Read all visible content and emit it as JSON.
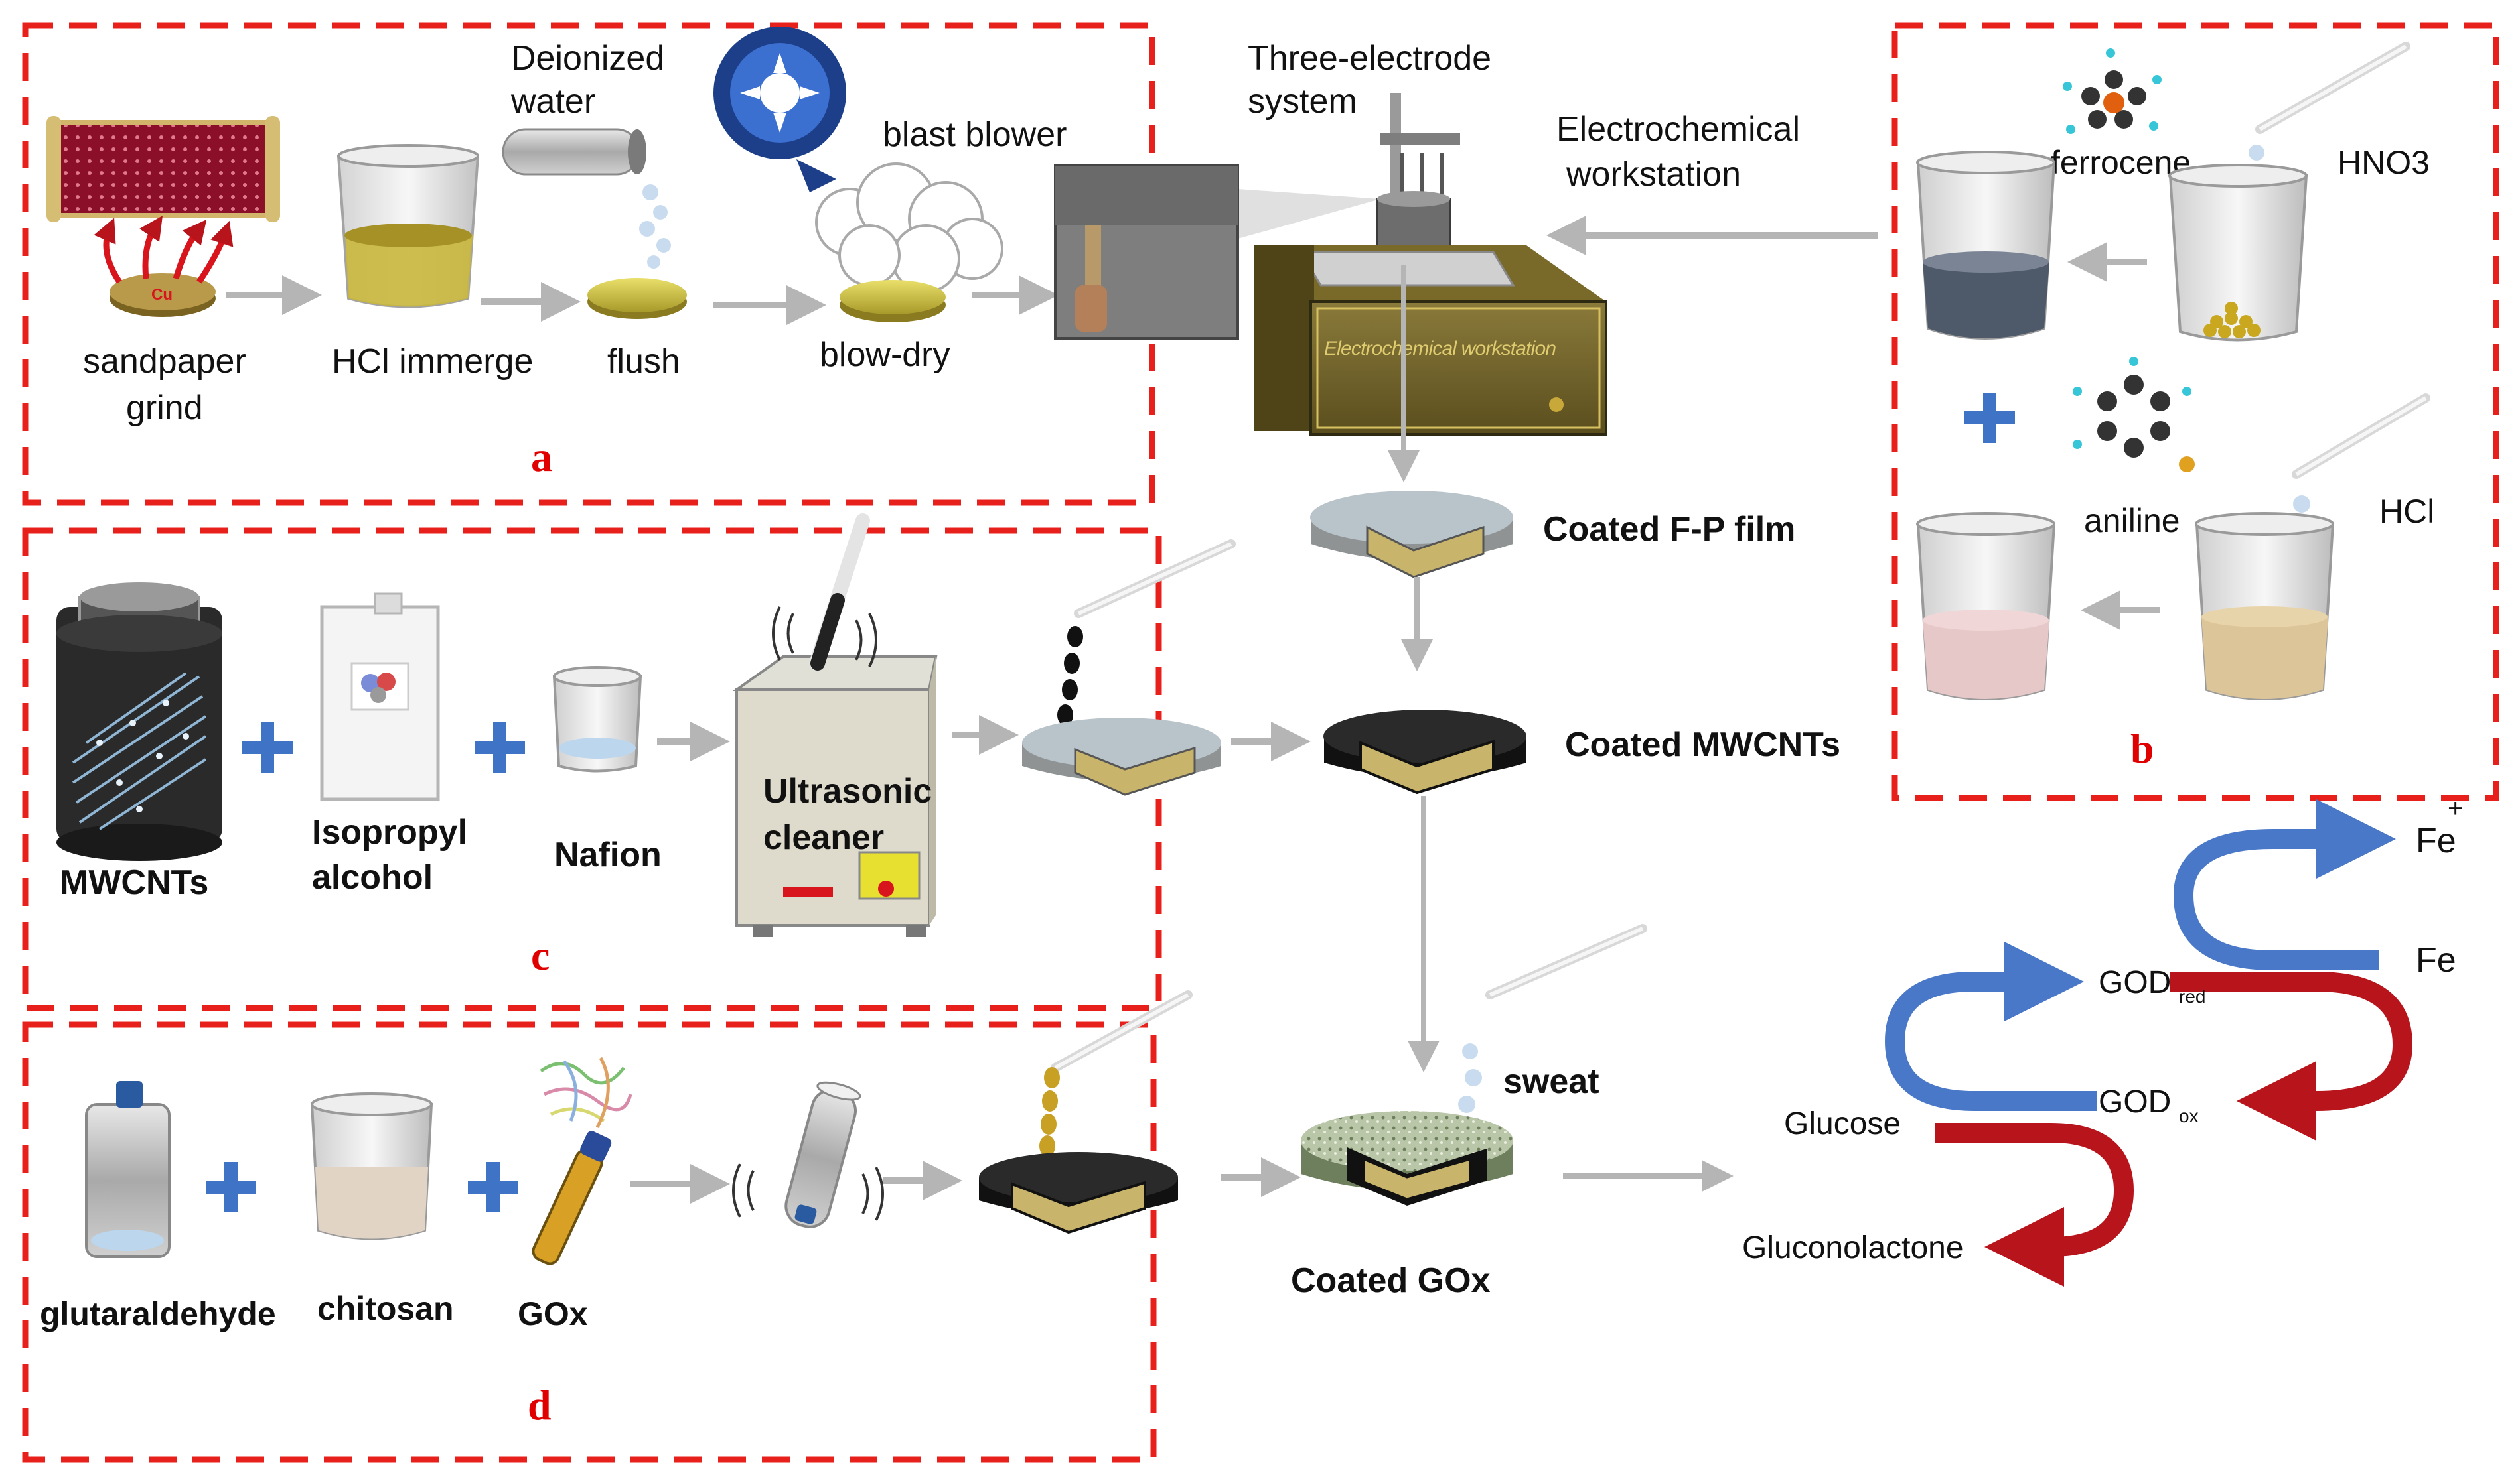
{
  "panels": {
    "a": "a",
    "b": "b",
    "c": "c",
    "d": "d"
  },
  "labels": {
    "deionized_water": [
      "Deionized",
      "water"
    ],
    "blast_blower": "blast blower",
    "three_electrode": [
      "Three-electrode",
      "system"
    ],
    "electrochemical_workstation": [
      "Electrochemical",
      "workstation"
    ],
    "workstation_box_text": "Electrochemical workstation",
    "sandpaper_grind": [
      "sandpaper",
      "grind"
    ],
    "cu": "Cu",
    "hcl_immerge": "HCl immerge",
    "flush": "flush",
    "blow_dry": "blow-dry",
    "ferrocene": "ferrocene",
    "hno3": "HNO3",
    "aniline": "aniline",
    "hcl": "HCl",
    "coated_fp": "Coated F-P film",
    "coated_mwcnts": "Coated MWCNTs",
    "mwcnts": "MWCNTs",
    "isopropyl": [
      "Isopropyl",
      "alcohol"
    ],
    "nafion": "Nafion",
    "ultrasonic": [
      "Ultrasonic",
      "cleaner"
    ],
    "sweat": "sweat",
    "glutaraldehyde": "glutaraldehyde",
    "chitosan": "chitosan",
    "gox": "GOx",
    "coated_gox": "Coated GOx"
  },
  "reaction": {
    "fe_plus": "Fe",
    "fe_plus_sup": "+",
    "fe": "Fe",
    "god_red": "GOD",
    "god_red_sub": "red",
    "god_ox": "GOD",
    "god_ox_sub": "ox",
    "glucose": "Glucose",
    "gluconolactone": "Gluconolactone"
  },
  "colors": {
    "dash_red": "#e8201c",
    "arrow_gray": "#b5b5b5",
    "plus_blue": "#3f73c6",
    "cycle_blue": "#4a78c8",
    "cycle_red": "#b8141c",
    "film_gold": "#c8b46a"
  }
}
